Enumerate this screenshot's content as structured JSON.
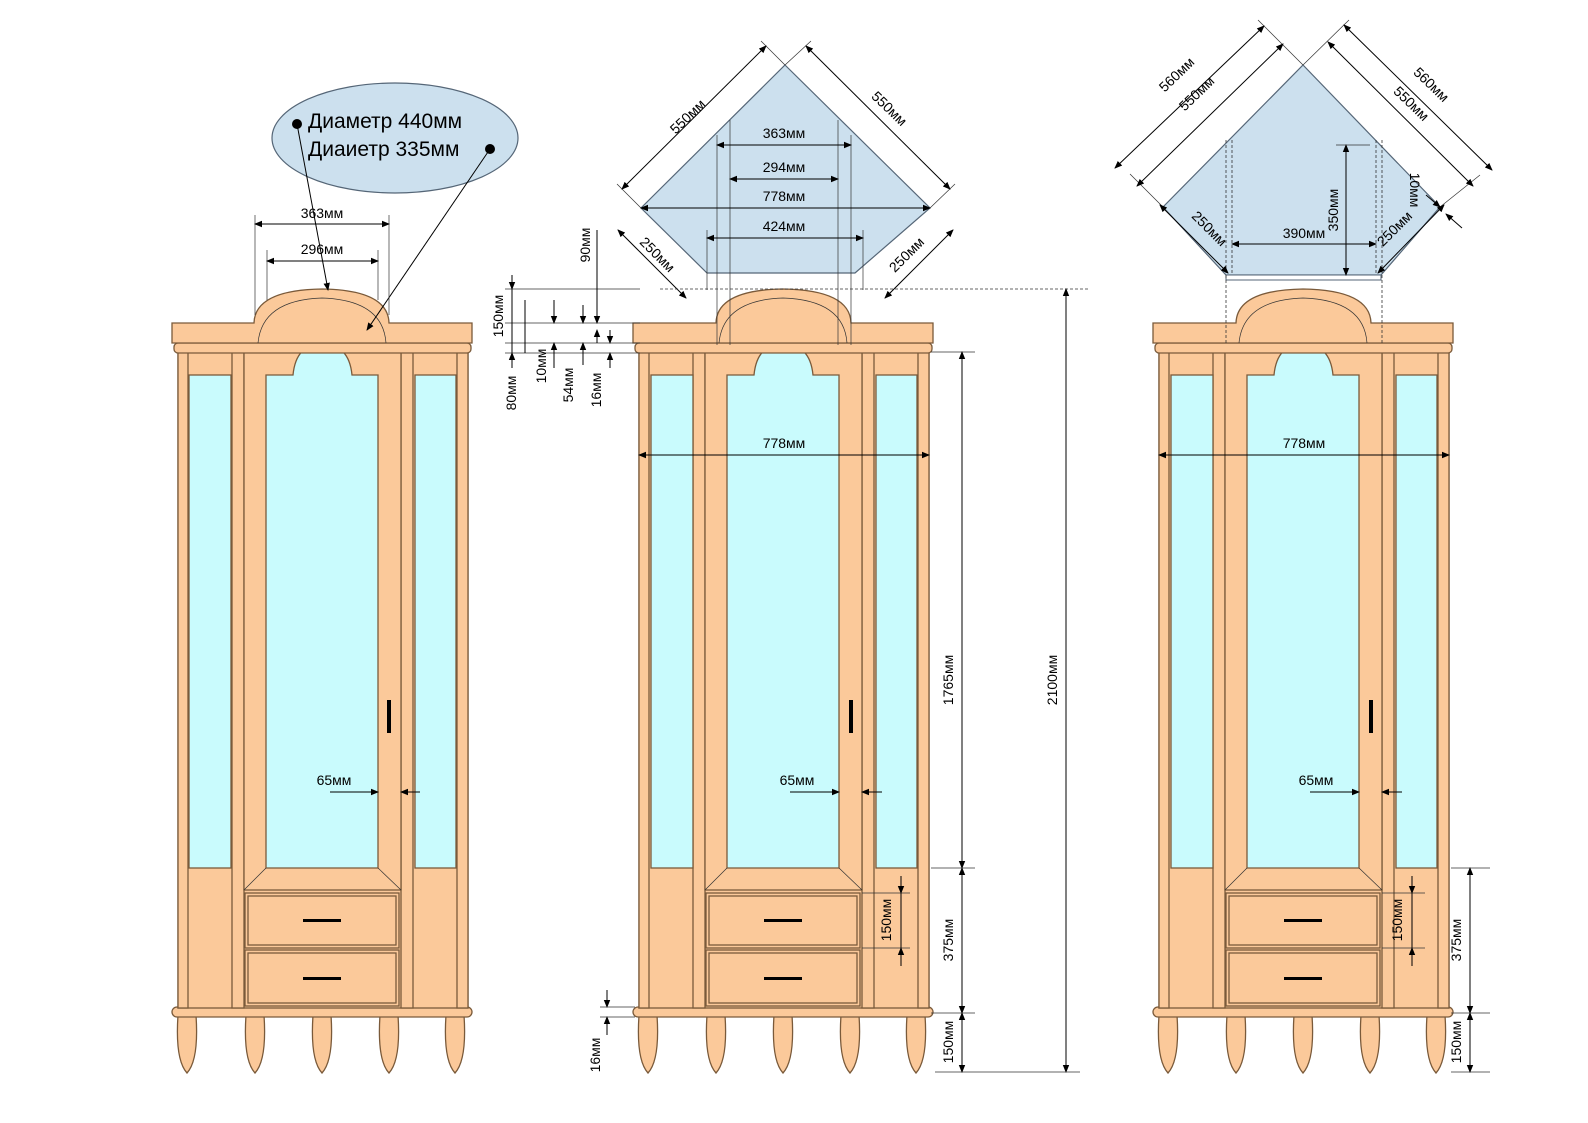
{
  "callout": {
    "line1": "Диаметр 440мм",
    "line2": "Диаиетр 335мм"
  },
  "cabinet_left": {
    "top_width_outer": "363мм",
    "top_width_inner": "296мм",
    "frame_width": "65мм"
  },
  "plan_middle": {
    "side_left": "550мм",
    "side_right": "550мм",
    "w_363": "363мм",
    "w_294": "294мм",
    "w_778": "778мм",
    "w_424": "424мм",
    "edge_left": "250мм",
    "edge_right": "250мм"
  },
  "cornice_dims": {
    "h150": "150мм",
    "h90": "90мм",
    "h80": "80мм",
    "h10": "10мм",
    "h54": "54мм",
    "h16": "16мм"
  },
  "cabinet_middle": {
    "width": "778мм",
    "frame_width": "65мм",
    "glass_height": "1765мм",
    "drawer_height": "150мм",
    "lower_height": "375мм",
    "leg_height": "150мм",
    "plinth": "16мм",
    "total_height": "2100мм"
  },
  "plan_right": {
    "outer_left": "560мм",
    "inner_left": "550мм",
    "outer_right": "560мм",
    "inner_right": "550мм",
    "edge_left": "250мм",
    "edge_right": "250мм",
    "width": "390мм",
    "depth": "350мм",
    "gap": "10мм"
  },
  "cabinet_right": {
    "width": "778мм",
    "frame_width": "65мм",
    "drawer_height": "150мм",
    "lower_height": "375мм",
    "leg_height": "150мм"
  }
}
